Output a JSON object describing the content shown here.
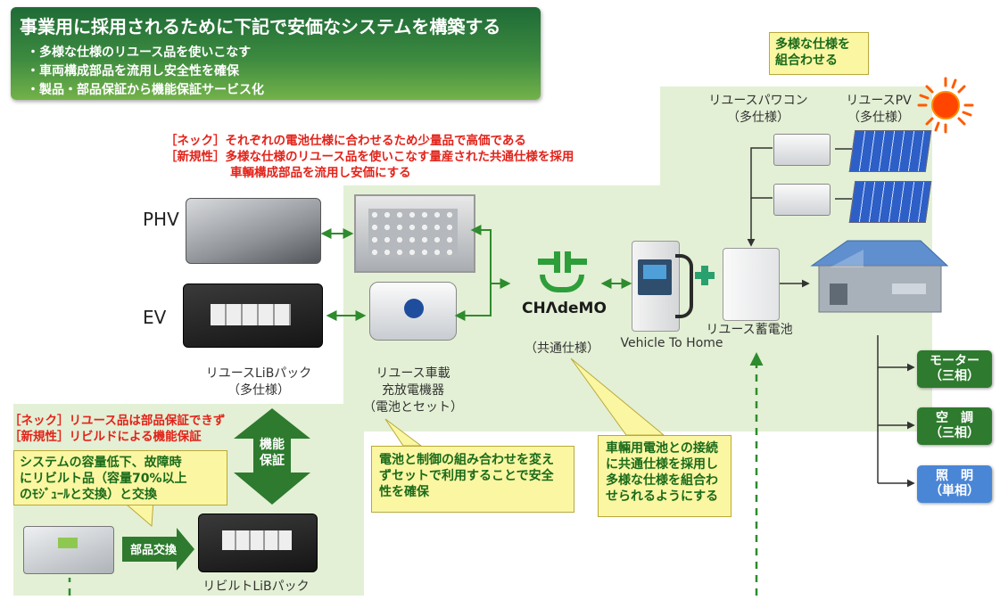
{
  "title_box": {
    "title": "事業用に採用されるために下記で安価なシステムを構築する",
    "bullets": [
      "・多様な仕様のリユース品を使いこなす",
      "・車両構成部品を流用し安全性を確保",
      "・製品・部品保証から機能保証サービス化"
    ]
  },
  "top_callout": {
    "line1": "多様な仕様を",
    "line2": "組合わせる"
  },
  "reuse_pcs_label": {
    "line1": "リユースパワコン",
    "line2": "（多仕様）"
  },
  "reuse_pv_label": {
    "line1": "リユースPV",
    "line2": "（多仕様）"
  },
  "neck_top": {
    "line1": "［ネック］それぞれの電池仕様に合わせるため少量品で高価である",
    "line2": "［新規性］多様な仕様のリユース品を使いこなす量産された共通仕様を採用",
    "line3": "車輌構成部品を流用し安価にする"
  },
  "phv_label": "PHV",
  "ev_label": "EV",
  "reuse_lib_label": {
    "line1": "リユースLiBパック",
    "line2": "（多仕様）"
  },
  "charger_label": {
    "line1": "リユース車載",
    "line2": "充放電機器",
    "line3": "（電池とセット）"
  },
  "chademo": {
    "logo": "CHΛdeMO",
    "note": "（共通仕様）"
  },
  "v2h_label": "Vehicle To Home",
  "storage_label": "リユース蓄電池",
  "neck_bottom": {
    "line1": "［ネック］リユース品は部品保証できず",
    "line2": "［新規性］リビルドによる機能保証"
  },
  "function_guarantee": {
    "line1": "機能",
    "line2": "保証"
  },
  "rebuild_callout": {
    "line1": "システムの容量低下、故障時",
    "line2": "にリビルト品（容量70%以上",
    "line3": "のﾓｼﾞｭｰﾙと交換）と交換"
  },
  "parts_exchange": "部品交換",
  "rebuilt_label": "リビルトLiBパック",
  "center_callout": {
    "line1": "電池と制御の組み合わせを変え",
    "line2": "ずセットで利用することで安全",
    "line3": "性を確保"
  },
  "right_callout": {
    "line1": "車輛用電池との接続",
    "line2": "に共通仕様を採用し",
    "line3": "多様な仕様を組合わ",
    "line4": "せられるようにする"
  },
  "loads": [
    {
      "name": "モーター",
      "phase": "（三相）",
      "color": "#2e7a2e"
    },
    {
      "name": "空　調",
      "phase": "（三相）",
      "color": "#2e7a2e"
    },
    {
      "name": "照　明",
      "phase": "（単相）",
      "color": "#4a86d6"
    }
  ],
  "colors": {
    "green_bg": "#e3f0d5",
    "arrow_green": "#2e8b2e",
    "red_text": "#e2231a",
    "callout_fill": "#fbf6a2"
  }
}
